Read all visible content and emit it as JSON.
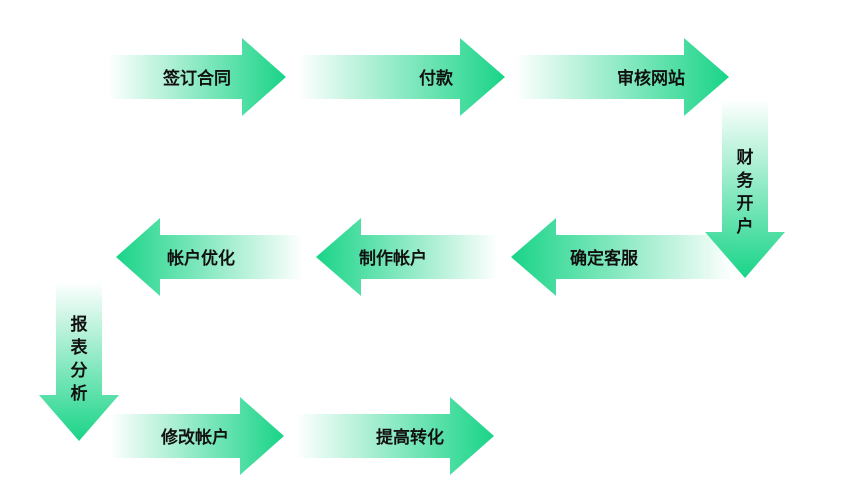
{
  "steps": [
    {
      "id": "sign-contract",
      "label": "签订合同",
      "direction": "right"
    },
    {
      "id": "payment",
      "label": "付款",
      "direction": "right"
    },
    {
      "id": "review-website",
      "label": "审核网站",
      "direction": "right"
    },
    {
      "id": "finance-open-account",
      "label": "财务开户",
      "direction": "down"
    },
    {
      "id": "confirm-service",
      "label": "确定客服",
      "direction": "left"
    },
    {
      "id": "create-account",
      "label": "制作帐户",
      "direction": "left"
    },
    {
      "id": "optimize-account",
      "label": "帐户优化",
      "direction": "left"
    },
    {
      "id": "report-analysis",
      "label": "报表分析",
      "direction": "down"
    },
    {
      "id": "modify-account",
      "label": "修改帐户",
      "direction": "right"
    },
    {
      "id": "improve-conversion",
      "label": "提高转化",
      "direction": "right"
    }
  ],
  "colors": {
    "arrow": "#19d488",
    "text": "#111111",
    "background": "#ffffff"
  }
}
